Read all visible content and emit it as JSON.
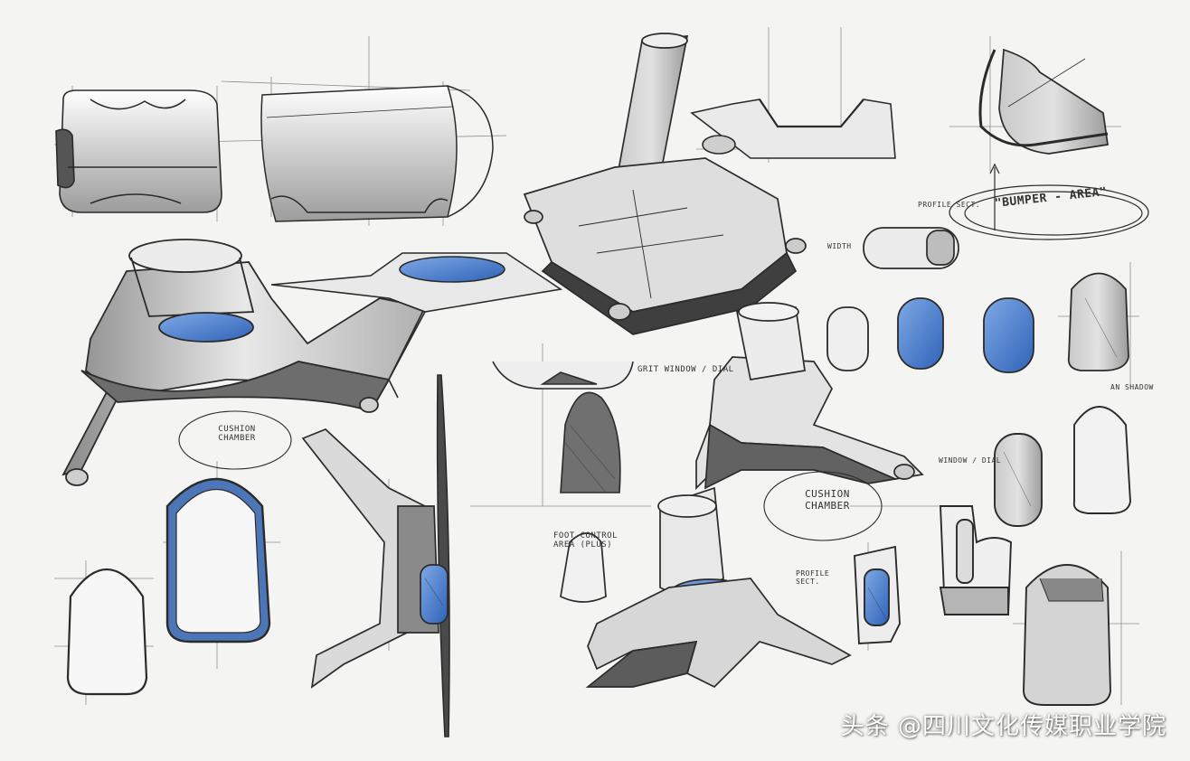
{
  "sketch": {
    "annotations": {
      "bumper_area": "\"BUMPER - AREA\"",
      "profile_1": "PROFILE SECT.",
      "width_1": "WIDTH",
      "cushion_chamber_left": "CUSHION CHAMBER",
      "cushion_chamber_right": "CUSHION CHAMBER",
      "window_dial": "GRIT WINDOW / DIAL",
      "foot_control": "FOOT CONTROL AREA (PLUS)",
      "window_right": "WINDOW / DIAL",
      "profile_2": "PROFILE SECT.",
      "side_note": "AN SHADOW"
    },
    "colors": {
      "paper": "#f4f4f2",
      "ink": "#2b2b2b",
      "blue_accent": "#4a7fd0",
      "shadow": "#5a5a5a"
    }
  },
  "watermark": {
    "text": "头条 @四川文化传媒职业学院"
  }
}
